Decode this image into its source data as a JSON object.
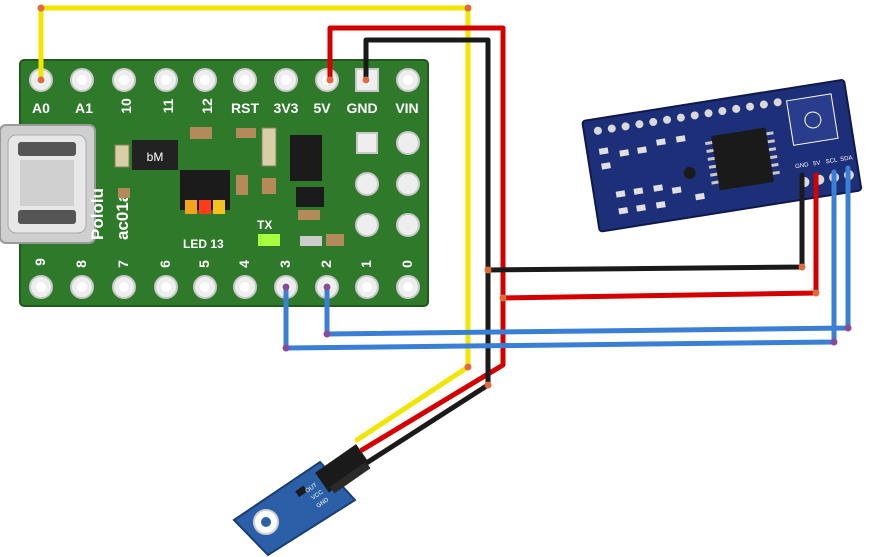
{
  "board": {
    "brand": "Pololu",
    "model": "ac01a",
    "top_pins": [
      "A0",
      "A1",
      "10",
      "11",
      "12",
      "RST",
      "3V3",
      "5V",
      "GND",
      "VIN"
    ],
    "bottom_pins": [
      "9",
      "8",
      "7",
      "6",
      "5",
      "4",
      "3",
      "2",
      "1",
      "0"
    ],
    "led_label": "LED 13",
    "tx_label": "TX",
    "ic_label": "bM"
  },
  "module": {
    "pin_labels": [
      "GND",
      "5V",
      "SCL",
      "SDA"
    ]
  },
  "sensor": {
    "pin_labels": [
      "OUT",
      "VCC",
      "GND"
    ]
  },
  "colors": {
    "board_green": "#2f7a2a",
    "module_blue": "#1e2f7a",
    "wire_yellow": "#f2e600",
    "wire_red": "#d40000",
    "wire_black": "#1a1a1a",
    "wire_blue": "#3a7fd5"
  }
}
